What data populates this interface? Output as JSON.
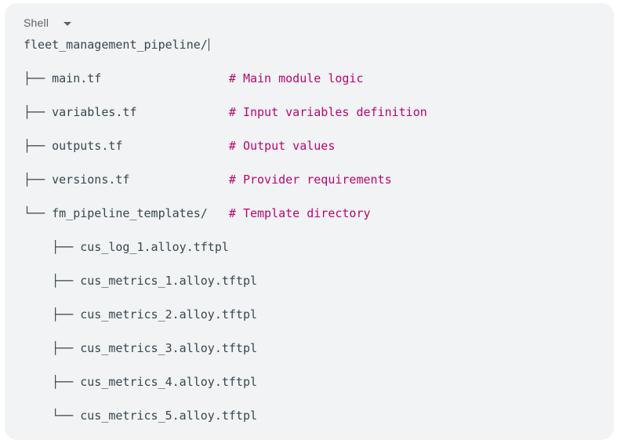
{
  "theme": {
    "code_background": "#f1f3f4",
    "code_text_color": "#37474f",
    "comment_color": "#b80672",
    "language_label_color": "#5f6368"
  },
  "code_block": {
    "language_label": "Shell",
    "dropdown_icon": "chevron-down-icon",
    "prompt_line": "fleet_management_pipeline/",
    "comment_column": 29,
    "tree_rows": [
      {
        "name": "├── main.tf",
        "comment": "# Main module logic"
      },
      {
        "name": "├── variables.tf",
        "comment": "# Input variables definition"
      },
      {
        "name": "├── outputs.tf",
        "comment": "# Output values"
      },
      {
        "name": "├── versions.tf",
        "comment": "# Provider requirements"
      },
      {
        "name": "└── fm_pipeline_templates/",
        "comment": "# Template directory"
      },
      {
        "name": "    ├── cus_log_1.alloy.tftpl",
        "comment": ""
      },
      {
        "name": "    ├── cus_metrics_1.alloy.tftpl",
        "comment": ""
      },
      {
        "name": "    ├── cus_metrics_2.alloy.tftpl",
        "comment": ""
      },
      {
        "name": "    ├── cus_metrics_3.alloy.tftpl",
        "comment": ""
      },
      {
        "name": "    ├── cus_metrics_4.alloy.tftpl",
        "comment": ""
      },
      {
        "name": "    └── cus_metrics_5.alloy.tftpl",
        "comment": ""
      }
    ]
  }
}
